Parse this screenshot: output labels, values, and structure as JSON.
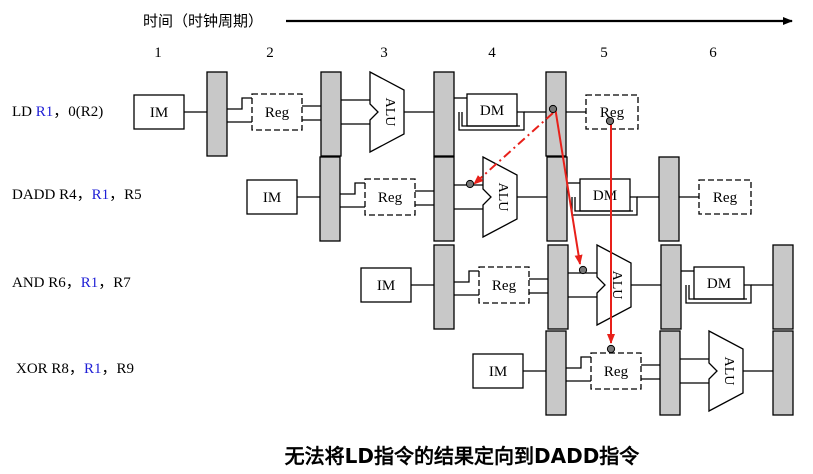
{
  "time_axis": {
    "label": "时间（时钟周期）"
  },
  "cycles": [
    "1",
    "2",
    "3",
    "4",
    "5",
    "6"
  ],
  "instructions": [
    {
      "parts": [
        {
          "text": "LD "
        },
        {
          "text": "R1",
          "hl": true
        },
        {
          "text": "，0(R2)"
        }
      ]
    },
    {
      "parts": [
        {
          "text": "DADD R4，"
        },
        {
          "text": "R1",
          "hl": true
        },
        {
          "text": "，R5"
        }
      ]
    },
    {
      "parts": [
        {
          "text": "AND R6，"
        },
        {
          "text": "R1",
          "hl": true
        },
        {
          "text": "，R7"
        }
      ]
    },
    {
      "parts": [
        {
          "text": "XOR R8，"
        },
        {
          "text": "R1",
          "hl": true
        },
        {
          "text": "，R9"
        }
      ]
    }
  ],
  "stages": {
    "im": "IM",
    "reg": "Reg",
    "alu": "ALU",
    "dm": "DM"
  },
  "caption": "无法将LD指令的结果定向到DADD指令",
  "colors": {
    "forward_arrow": "#e8201a",
    "register_highlight": "#1f1fd6",
    "latch_fill": "#c8c8c8"
  }
}
